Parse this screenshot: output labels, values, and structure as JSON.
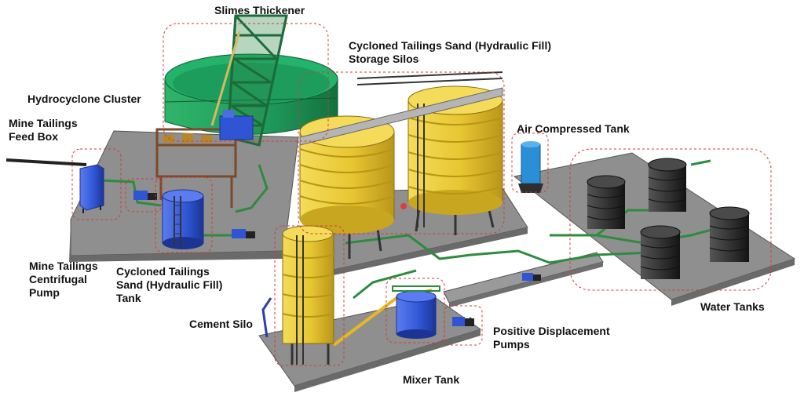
{
  "labels": {
    "slimes_thickener": "Slimes  Thickener",
    "storage_silos_line1": "Cycloned Tailings Sand (Hydraulic Fill)",
    "storage_silos_line2": "Storage Silos",
    "hydrocyclone_cluster": "Hydrocyclone Cluster",
    "feed_box_line1": "Mine Tailings",
    "feed_box_line2": "Feed Box",
    "air_compressed_tank": "Air Compressed Tank",
    "centrifugal_pump_line1": "Mine Tailings",
    "centrifugal_pump_line2": "Centrifugal",
    "centrifugal_pump_line3": "Pump",
    "sand_tank_line1": "Cycloned Tailings",
    "sand_tank_line2": "Sand (Hydraulic Fill)",
    "sand_tank_line3": "Tank",
    "cement_silo": "Cement Silo",
    "pd_pumps_line1": "Positive Displacement",
    "pd_pumps_line2": "Pumps",
    "mixer_tank": "Mixer Tank",
    "water_tanks": "Water Tanks"
  },
  "colors": {
    "platform": "#8f8f8f",
    "platform_edge": "#6a6a6a",
    "thickener": "#1f9a5a",
    "truss": "#1d6b3a",
    "silo": "#e8c632",
    "silo_ring": "#b89513",
    "blue_tank": "#2f55d4",
    "dark_tank": "#2e2e2e",
    "air_tank": "#2a8fd6",
    "callout": "#d23a3a",
    "pipe_green": "#2e8b3e",
    "pipe_dark": "#222222"
  }
}
